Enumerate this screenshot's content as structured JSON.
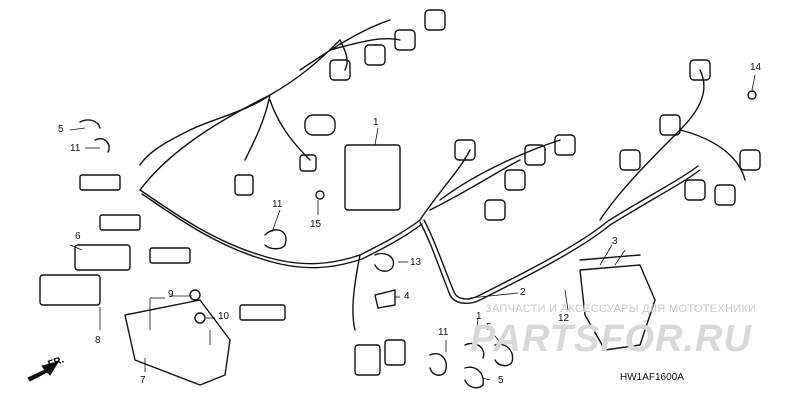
{
  "watermark": {
    "subtitle": "ЗАПЧАСТИ И АКСЕССУАРЫ ДЛЯ МОТОТЕХНИКИ",
    "logo": "PARTSFOR.RU"
  },
  "direction_label": "FR.",
  "diagram_code": "HW1AF1600A",
  "part_numbers": {
    "p1_top": "1",
    "p1_bottom": "1",
    "p2": "2",
    "p3": "3",
    "p4": "4",
    "p5_left": "5",
    "p5_a": "5",
    "p5_b": "5",
    "p7": "7",
    "p8": "8",
    "p9": "9",
    "p10": "10",
    "p11_left": "11",
    "p11_mid": "11",
    "p11_bottom": "11",
    "p12": "12",
    "p13": "13",
    "p14": "14",
    "p15": "15",
    "p6": "6"
  },
  "colors": {
    "line": "#111111",
    "watermark": "#cccccc"
  }
}
